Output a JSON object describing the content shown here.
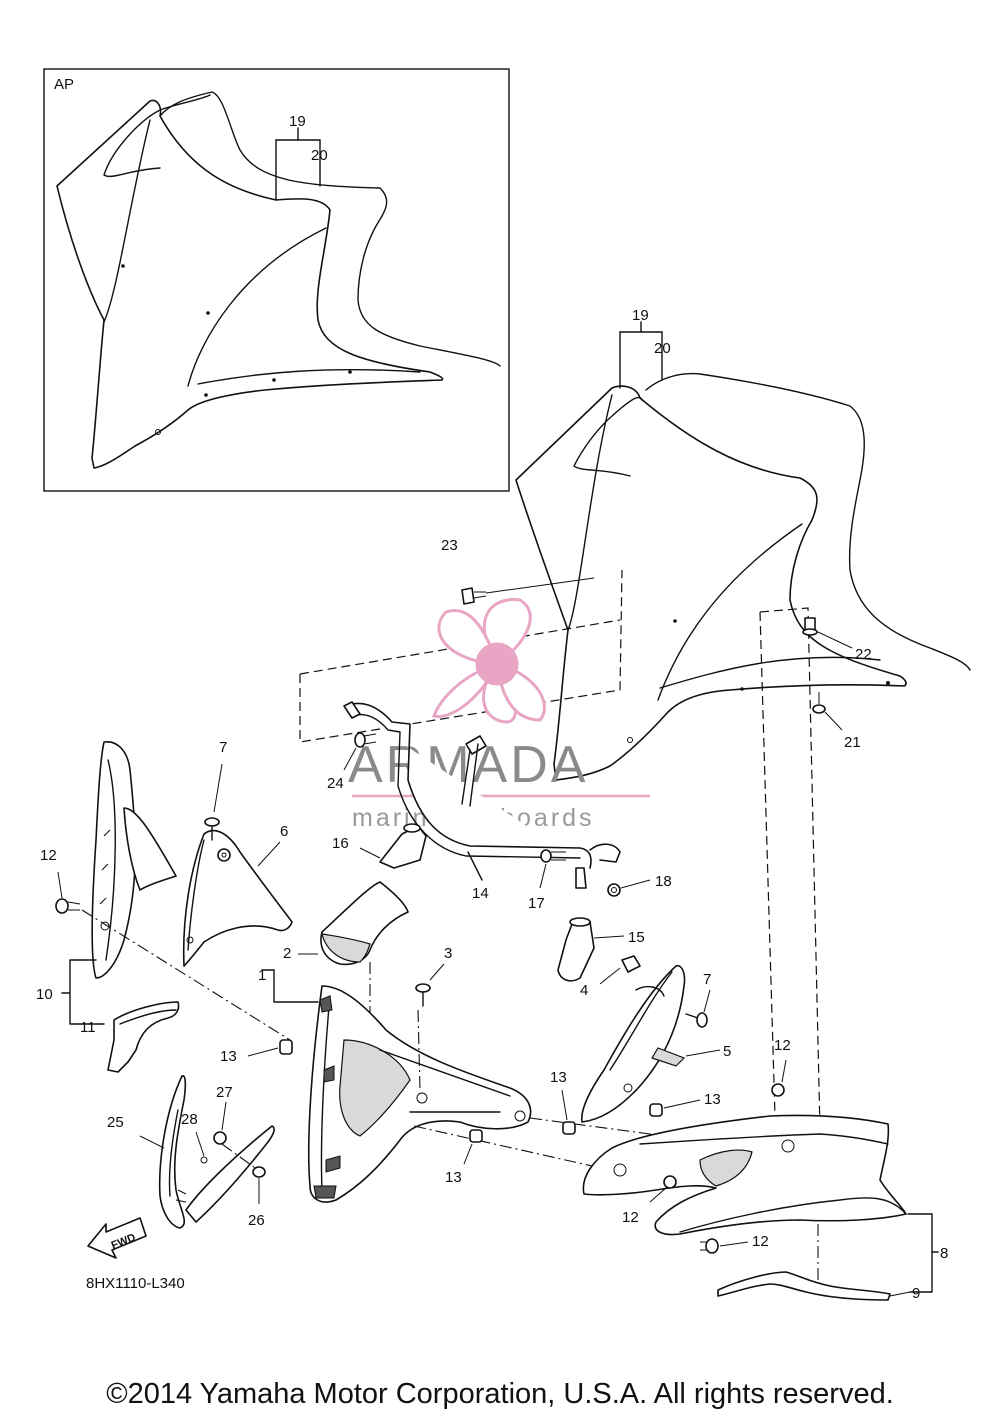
{
  "inset": {
    "label": "AP"
  },
  "callouts": {
    "c1": "1",
    "c2": "2",
    "c3": "3",
    "c4": "4",
    "c5": "5",
    "c6": "6",
    "c7a": "7",
    "c7b": "7",
    "c8": "8",
    "c9": "9",
    "c10": "10",
    "c11": "11",
    "c12a": "12",
    "c12b": "12",
    "c12c": "12",
    "c12d": "12",
    "c13a": "13",
    "c13b": "13",
    "c13c": "13",
    "c13d": "13",
    "c14": "14",
    "c15": "15",
    "c16": "16",
    "c17": "17",
    "c18": "18",
    "c19a": "19",
    "c20a": "20",
    "c19b": "19",
    "c20b": "20",
    "c21": "21",
    "c22": "22",
    "c23": "23",
    "c24": "24",
    "c25": "25",
    "c26": "26",
    "c27": "27",
    "c28": "28"
  },
  "fwd_label": "FWD",
  "diagram_code": "8HX1110-L340",
  "watermark": {
    "brand": "ARMADA",
    "tagline": "marine outboards",
    "accent_color": "#e8a6c4"
  },
  "copyright": "©2014 Yamaha Motor Corporation, U.S.A. All rights reserved."
}
